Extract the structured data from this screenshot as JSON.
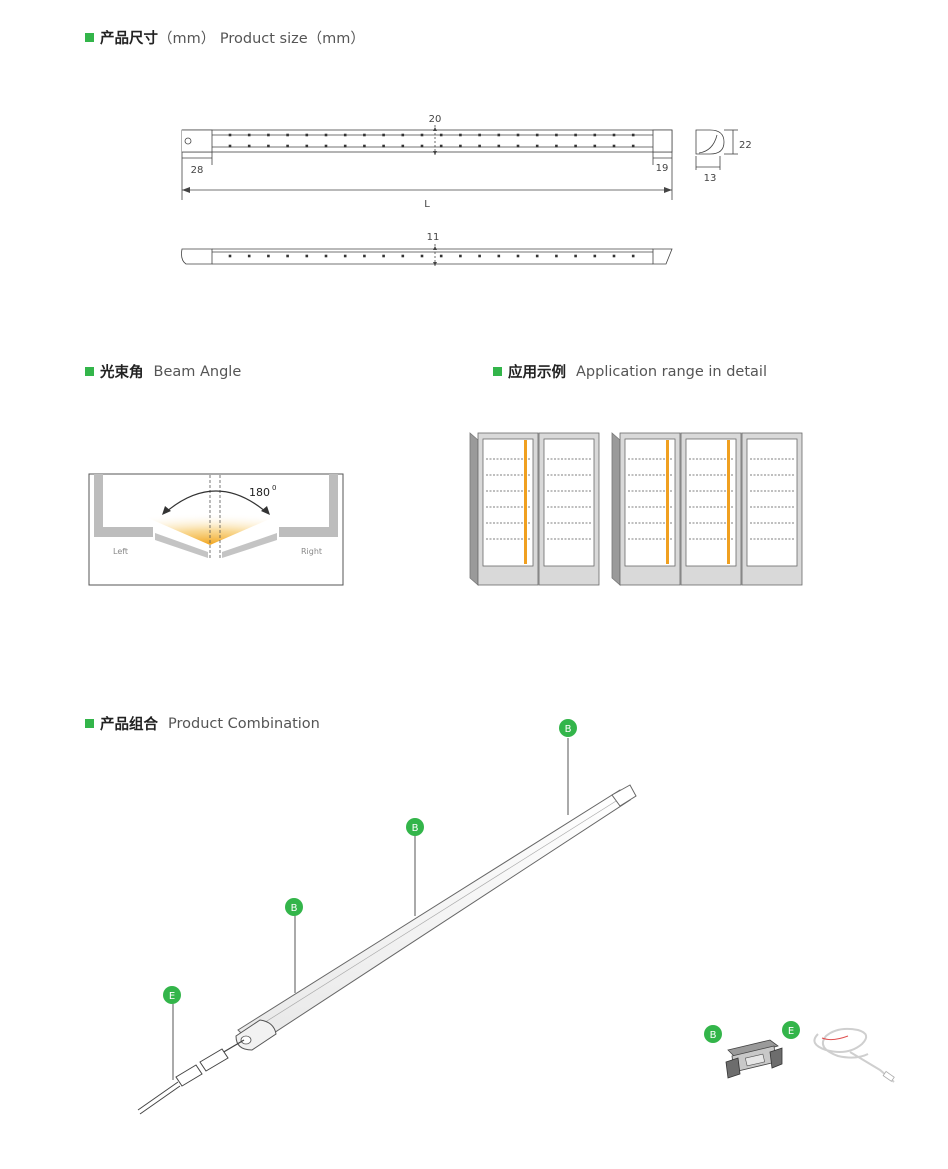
{
  "sections": {
    "size": {
      "zh": "产品尺寸",
      "en": "（mm）   Product size（mm）"
    },
    "beam": {
      "zh": "光束角",
      "en": "Beam Angle"
    },
    "application": {
      "zh": "应用示例",
      "en": "Application range in detail"
    },
    "combination": {
      "zh": "产品组合",
      "en": "Product Combination"
    }
  },
  "dimensions": {
    "height": "20",
    "left_cap": "28",
    "right_cap": "19",
    "length": "L",
    "profile_height": "22",
    "profile_width": "13",
    "thickness": "11"
  },
  "beam": {
    "angle": "180",
    "degree_mark": "0",
    "left": "Left",
    "right": "Right"
  },
  "markers": {
    "b": "B",
    "e": "E"
  },
  "colors": {
    "accent": "#33b54a",
    "led": "#f0a020",
    "line": "#444444"
  }
}
